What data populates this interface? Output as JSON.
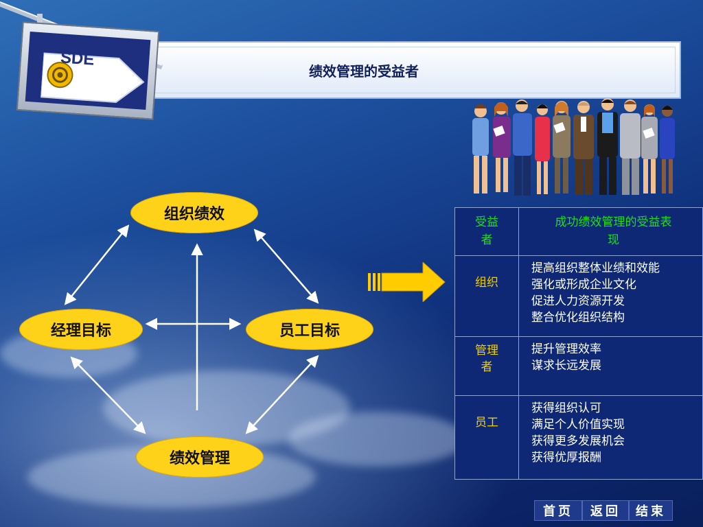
{
  "slide": {
    "title": "绩效管理的受益者",
    "logo_text": "SDE"
  },
  "diagram": {
    "nodes": {
      "top": "组织绩效",
      "left": "经理目标",
      "right": "员工目标",
      "bottom": "绩效管理"
    }
  },
  "table": {
    "header": {
      "col1": "受益者",
      "col2": "成功绩效管理的受益表现"
    },
    "rows": [
      {
        "beneficiary": "组织",
        "items": [
          "提高组织整体业绩和效能",
          "强化或形成企业文化",
          "促进人力资源开发",
          "整合优化组织结构"
        ]
      },
      {
        "beneficiary": "管理者",
        "items": [
          "提升管理效率",
          "谋求长远发展"
        ]
      },
      {
        "beneficiary": "员工",
        "items": [
          "获得组织认可",
          "满足个人价值实现",
          "获得更多发展机会",
          "获得优厚报酬"
        ]
      }
    ]
  },
  "nav": {
    "home": "首页",
    "back": "返回",
    "end": "结束"
  },
  "colors": {
    "oval_fill": "#ffd21a",
    "arrow_fill": "#ffcc00",
    "header_text": "#19e019",
    "label_text": "#f0d000",
    "table_bg": "#0e2876"
  },
  "icons": {
    "logo": "sde-logo-icon",
    "right_arrow": "right-arrow-icon",
    "people": "people-group-icon"
  }
}
